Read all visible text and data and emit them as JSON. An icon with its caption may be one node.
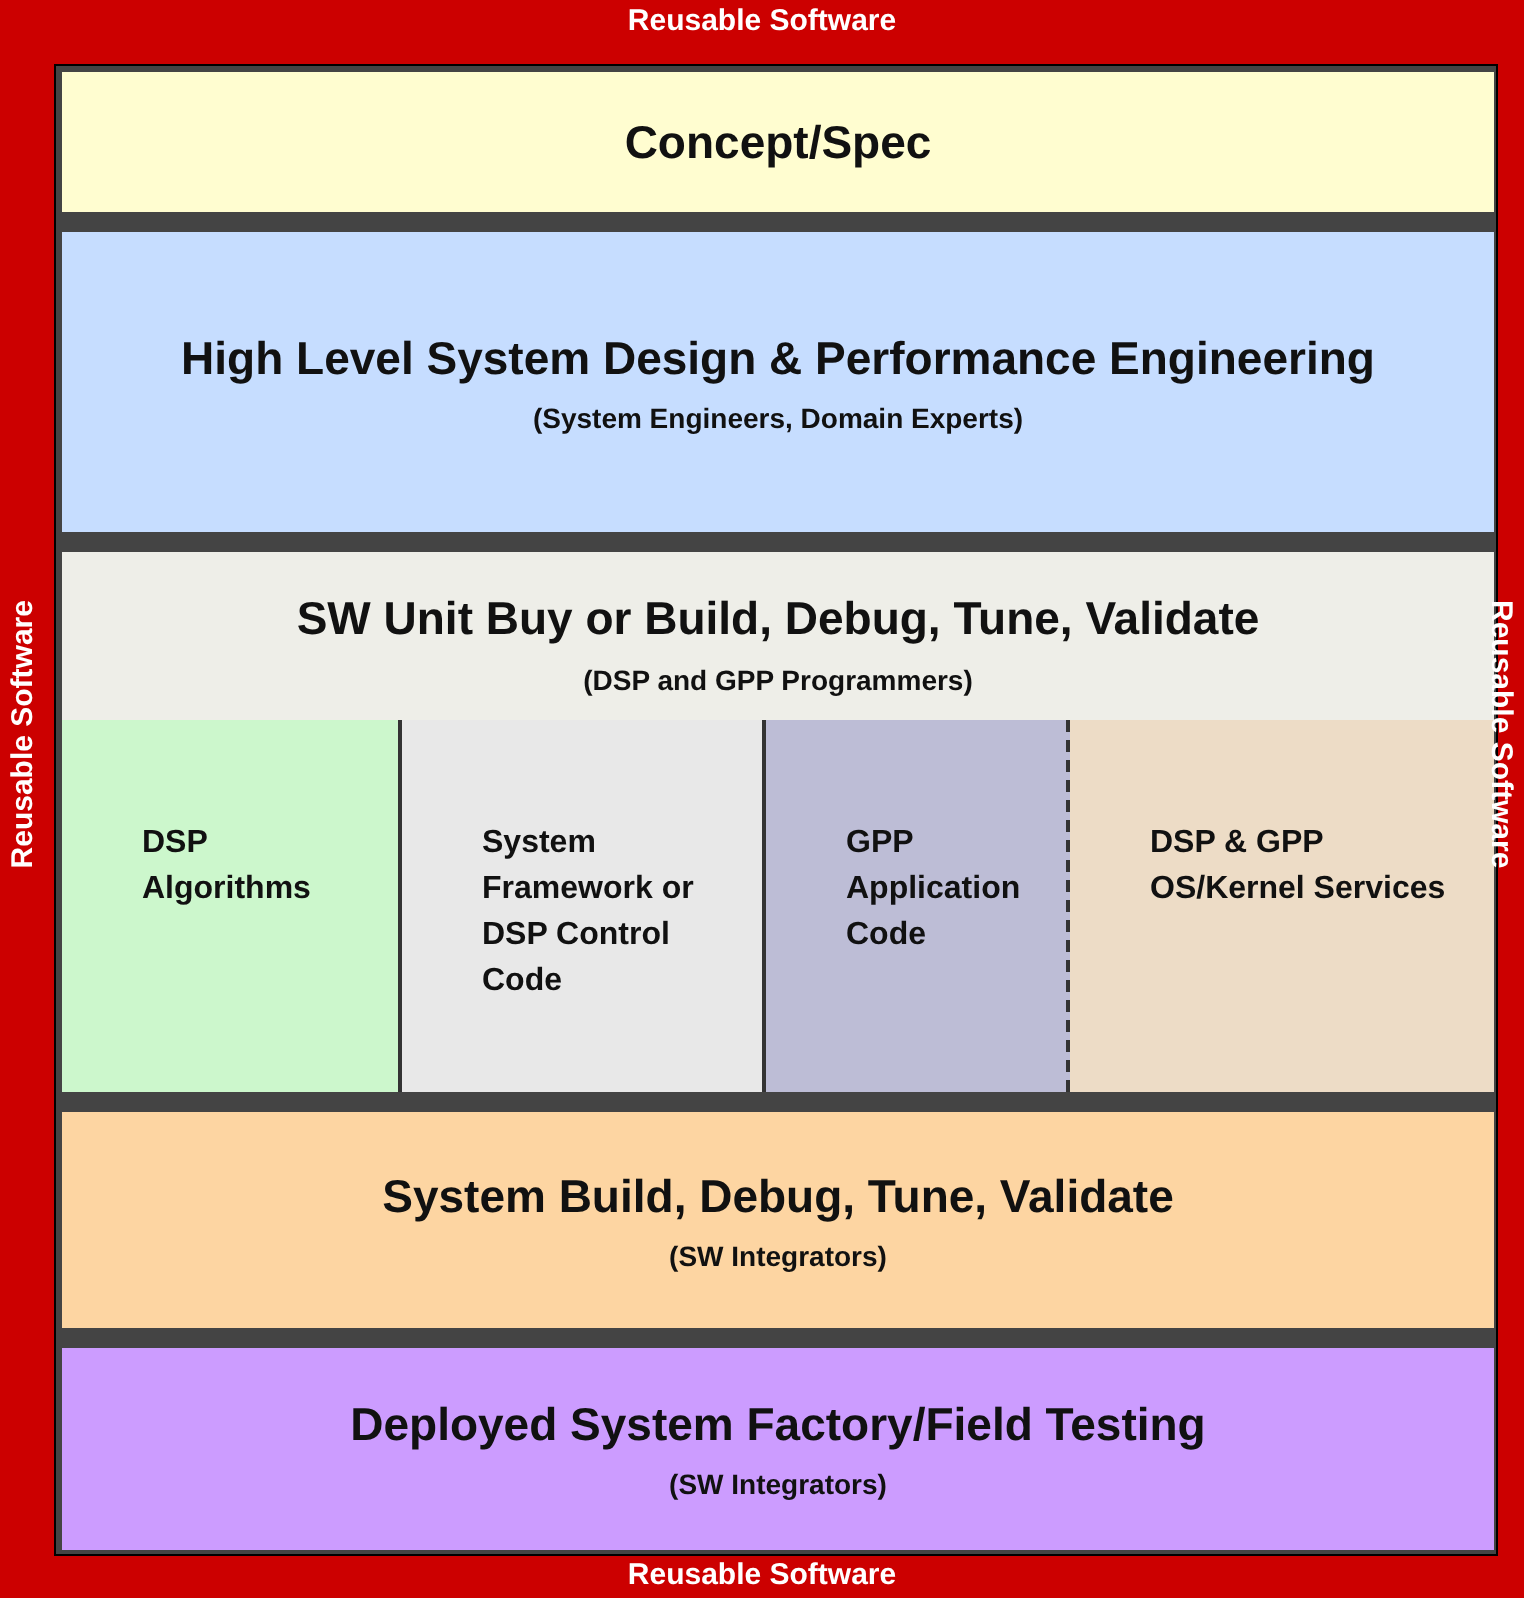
{
  "diagram": {
    "nodes": [
      {
        "text": [
          "Reusable Software",
          "Reusable Software",
          "Reusable Software",
          "Reusable Software"
        ]
      },
      {
        "text": [
          "Concept/Spec"
        ],
        "in": 0
      },
      {
        "text": [
          "High Level System Design & Performance Engineering",
          "(System Engineers, Domain Experts)"
        ],
        "in": 0
      },
      {
        "text": [
          "SW Unit Buy or Build, Debug, Tune, Validate",
          "(DSP and GPP Programmers)"
        ],
        "in": 0
      },
      {
        "text": [
          "DSP Algorithms"
        ],
        "in": 3
      },
      {
        "text": [
          "System Framework or DSP Control Code"
        ],
        "in": 3
      },
      {
        "text": [
          "GPP Application Code"
        ],
        "in": 3
      },
      {
        "text": [
          "DSP & GPP OS/Kernel Services"
        ],
        "in": 3
      },
      {
        "text": [
          "System Build, Debug, Tune, Validate",
          "(SW Integrators)"
        ],
        "in": 0
      },
      {
        "text": [
          "Deployed System Factory/Field Testing",
          "(SW Integrators)"
        ],
        "in": 0
      }
    ]
  }
}
